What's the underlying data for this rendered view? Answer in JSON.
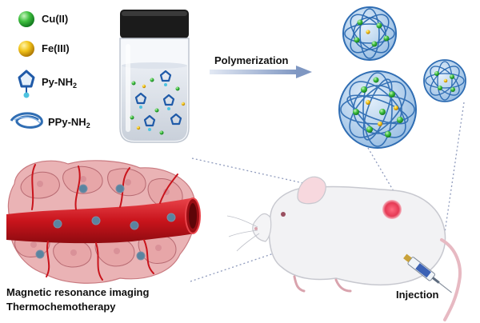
{
  "legend": {
    "cu": "Cu(II)",
    "fe": "Fe(III)",
    "py": "Py-NH",
    "ppy": "PPy-NH",
    "subscript": "2"
  },
  "arrow_label": "Polymerization",
  "captions": {
    "line1": "Magnetic resonance imaging",
    "line2": "Thermochemotherapy"
  },
  "injection_label": "Injection",
  "colors": {
    "cu": "#3fbf3f",
    "fe": "#f2c41a",
    "ppy": "#2f6db3",
    "vessel": "#c9141c",
    "tissue": "#e7a6a8",
    "tumor": "#e53a55"
  }
}
